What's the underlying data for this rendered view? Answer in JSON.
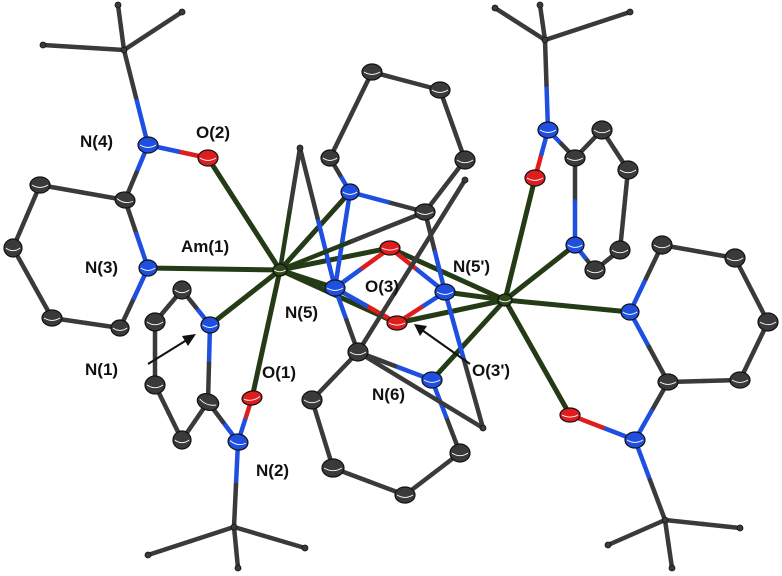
{
  "labels": {
    "am1": "Am(1)",
    "n1": "N(1)",
    "n2": "N(2)",
    "n3": "N(3)",
    "n4": "N(4)",
    "n5": "N(5)",
    "n5p": "N(5')",
    "n6": "N(6)",
    "o1": "O(1)",
    "o2": "O(2)",
    "o3": "O(3)",
    "o3p": "O(3')"
  },
  "colors": {
    "carbon": "#3a3a3a",
    "nitrogen": "#1f4fe0",
    "oxygen": "#e01d1d",
    "americium": "#2e4a1c",
    "metal_bond": "#243b16"
  }
}
